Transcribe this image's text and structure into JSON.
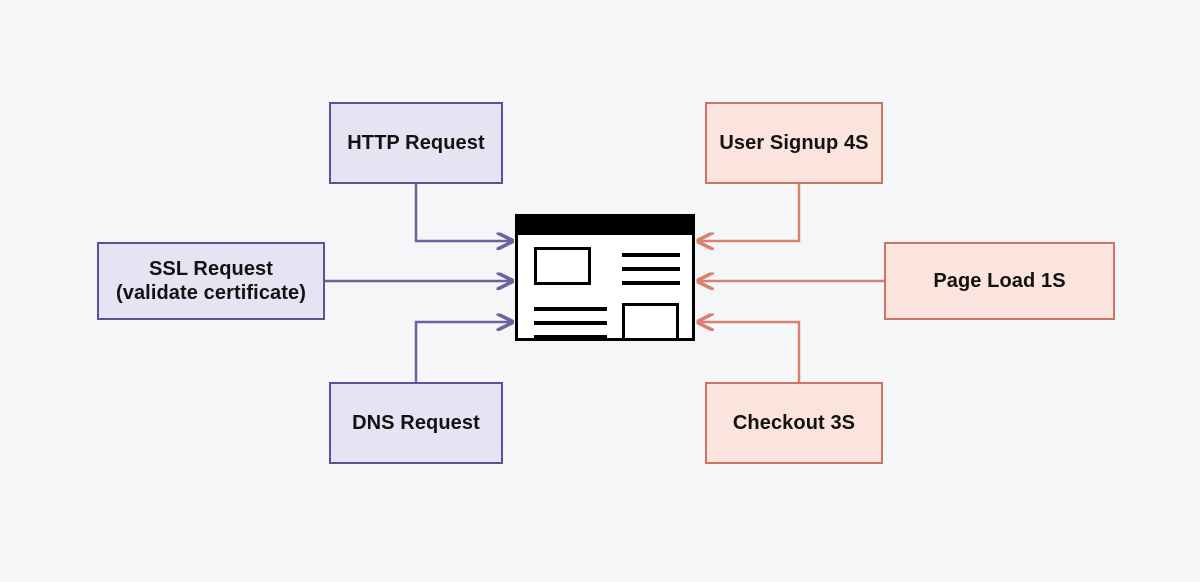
{
  "diagram": {
    "title": "Client requests and server-side page events flowing into a web page",
    "background_color": "#f5f6f8",
    "client_color": "#5b5494",
    "client_fill": "#e6e4f2",
    "server_color": "#cc7466",
    "server_fill": "#fbe3de"
  },
  "nodes": {
    "http_request": {
      "label": "HTTP Request"
    },
    "ssl_request": {
      "label": "SSL Request\n(validate certificate)"
    },
    "dns_request": {
      "label": "DNS Request"
    },
    "user_signup": {
      "label": "User Signup 4S"
    },
    "page_load": {
      "label": "Page Load 1S"
    },
    "checkout": {
      "label": "Checkout 3S"
    },
    "web_page": {
      "label": "web-page-mockup"
    }
  },
  "edges": [
    {
      "name": "http-to-page",
      "from": "http_request",
      "to": "web_page",
      "color": "#6a63a0",
      "direction": "right"
    },
    {
      "name": "ssl-to-page",
      "from": "ssl_request",
      "to": "web_page",
      "color": "#6a63a0",
      "direction": "right"
    },
    {
      "name": "dns-to-page",
      "from": "dns_request",
      "to": "web_page",
      "color": "#6a63a0",
      "direction": "right"
    },
    {
      "name": "signup-to-page",
      "from": "user_signup",
      "to": "web_page",
      "color": "#d9816f",
      "direction": "left"
    },
    {
      "name": "pageload-to-page",
      "from": "page_load",
      "to": "web_page",
      "color": "#d9816f",
      "direction": "left"
    },
    {
      "name": "checkout-to-page",
      "from": "checkout",
      "to": "web_page",
      "color": "#d9816f",
      "direction": "left"
    }
  ]
}
